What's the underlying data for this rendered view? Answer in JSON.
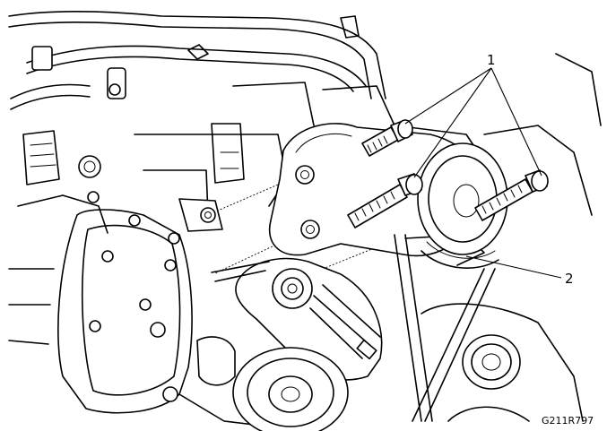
{
  "callouts": {
    "label_1": "1",
    "label_2": "2"
  },
  "figure_code": "G211R797"
}
